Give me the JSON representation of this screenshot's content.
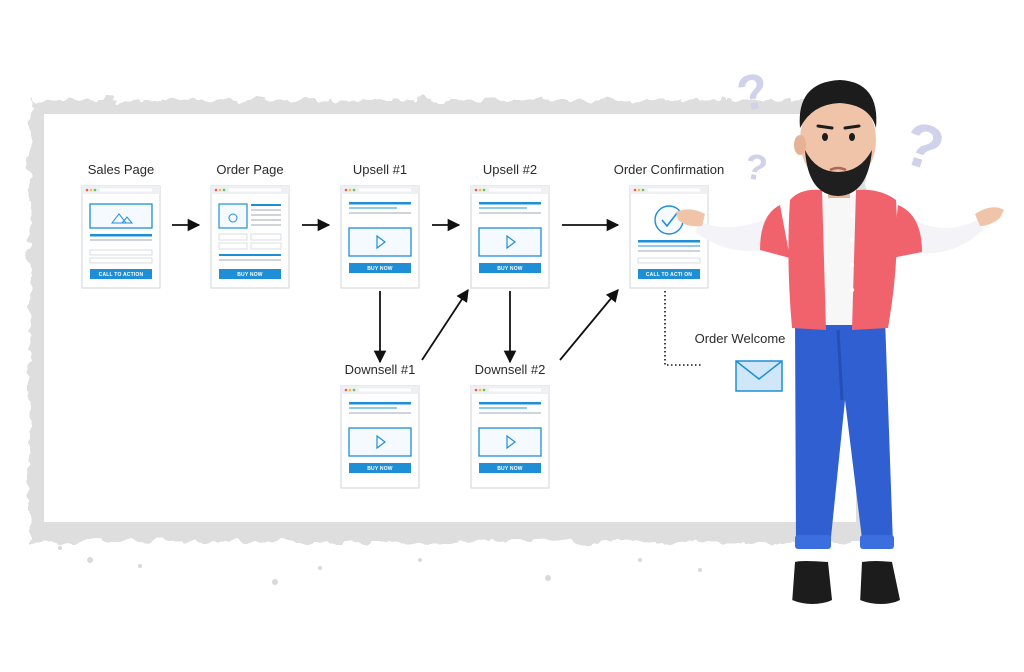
{
  "diagram": {
    "nodes": [
      {
        "id": "sales",
        "label": "Sales Page",
        "button": "CALL TO ACTION",
        "variant": "image"
      },
      {
        "id": "order",
        "label": "Order Page",
        "button": "BUY NOW",
        "variant": "form"
      },
      {
        "id": "upsell1",
        "label": "Upsell #1",
        "button": "BUY NOW",
        "variant": "video"
      },
      {
        "id": "upsell2",
        "label": "Upsell #2",
        "button": "BUY NOW",
        "variant": "video"
      },
      {
        "id": "confirm",
        "label": "Order Confirmation",
        "button": "CALL TO ACTI ON",
        "variant": "check"
      },
      {
        "id": "downsell1",
        "label": "Downsell #1",
        "button": "BUY NOW",
        "variant": "video"
      },
      {
        "id": "downsell2",
        "label": "Downsell #2",
        "button": "BUY NOW",
        "variant": "video"
      }
    ],
    "email": {
      "label": "Order Welcome",
      "icon": "envelope-icon"
    },
    "edges": [
      {
        "from": "sales",
        "to": "order",
        "style": "solid"
      },
      {
        "from": "order",
        "to": "upsell1",
        "style": "solid"
      },
      {
        "from": "upsell1",
        "to": "upsell2",
        "style": "solid"
      },
      {
        "from": "upsell2",
        "to": "confirm",
        "style": "solid"
      },
      {
        "from": "upsell1",
        "to": "downsell1",
        "style": "solid"
      },
      {
        "from": "downsell1",
        "to": "upsell2",
        "style": "solid"
      },
      {
        "from": "upsell2",
        "to": "downsell2",
        "style": "solid"
      },
      {
        "from": "downsell2",
        "to": "confirm",
        "style": "solid"
      },
      {
        "from": "confirm",
        "to": "email",
        "style": "dotted"
      }
    ]
  },
  "colors": {
    "accent": "#1e8fd6",
    "light_accent": "#8ec9ee",
    "shirt": "#f0636d",
    "jeans": "#2f5fd0",
    "question": "#cfd2ea"
  },
  "character": {
    "icons": [
      "question-mark-icon",
      "question-mark-icon",
      "question-mark-icon"
    ]
  }
}
